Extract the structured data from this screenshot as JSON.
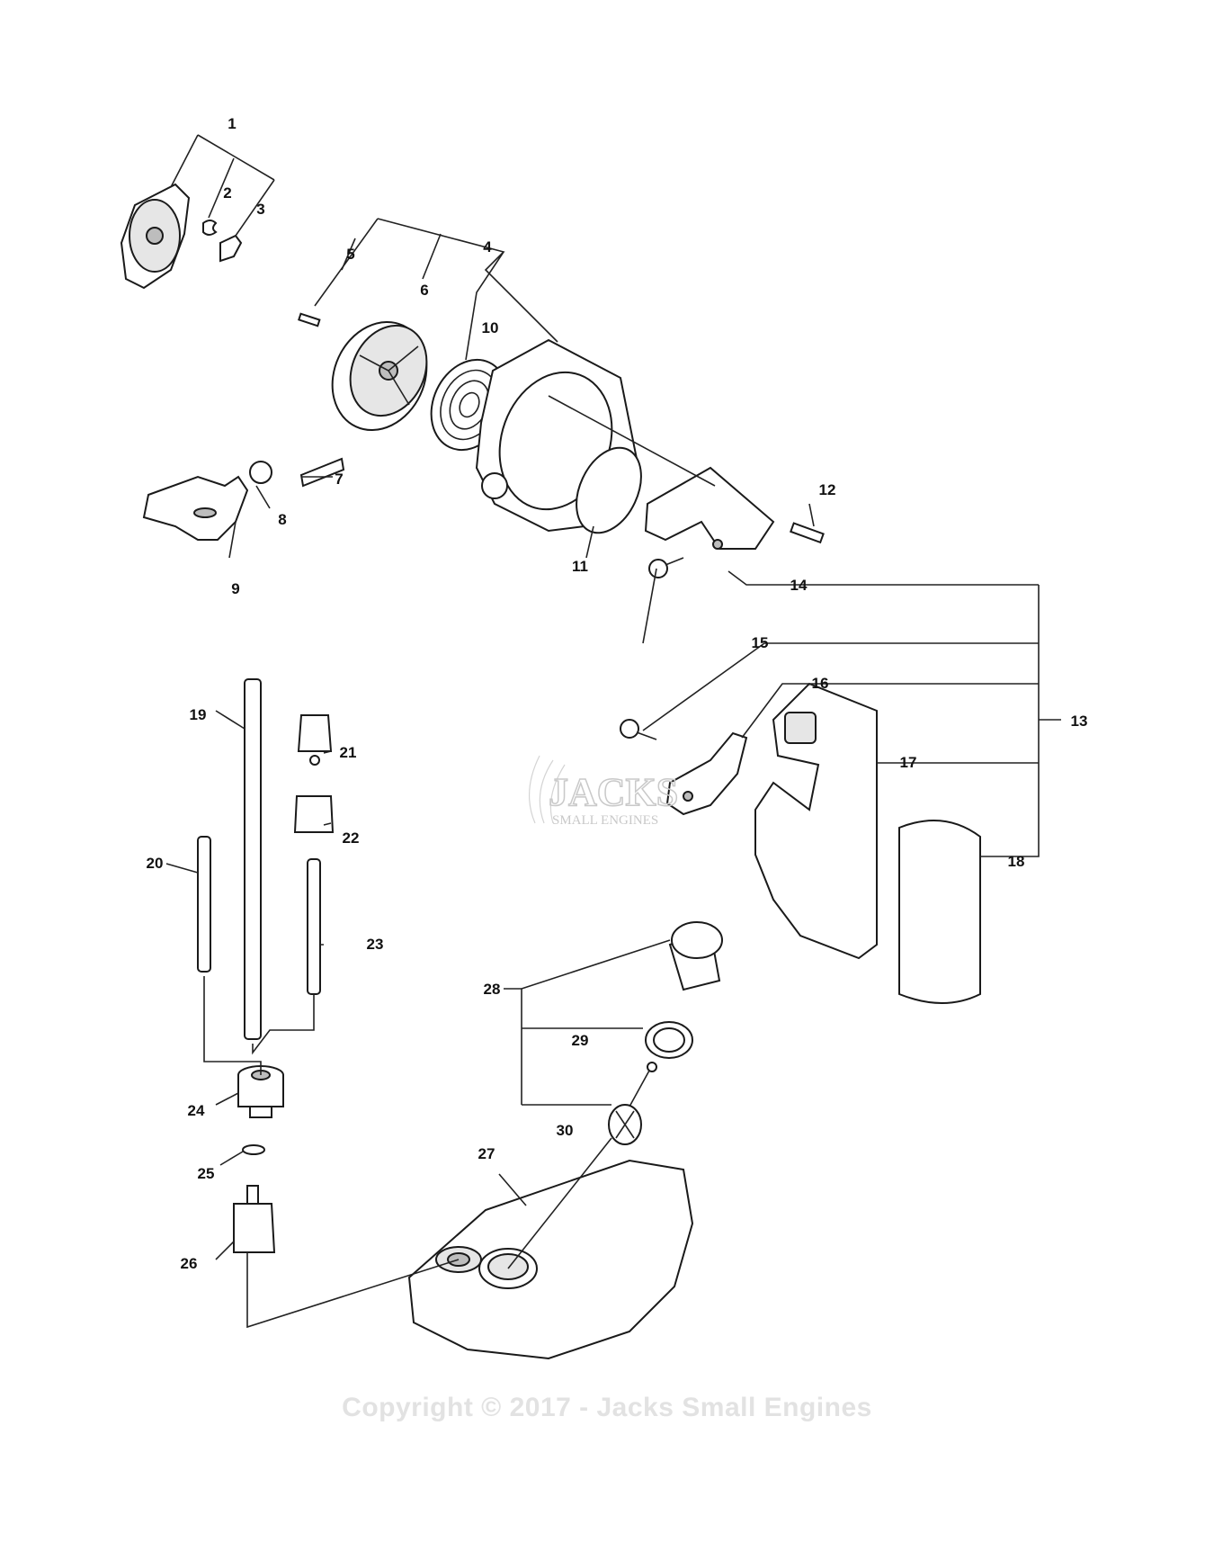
{
  "callouts": [
    "1",
    "2",
    "3",
    "4",
    "5",
    "6",
    "7",
    "8",
    "9",
    "10",
    "11",
    "12",
    "13",
    "14",
    "15",
    "16",
    "17",
    "18",
    "19",
    "20",
    "21",
    "22",
    "23",
    "24",
    "25",
    "26",
    "27",
    "28",
    "29",
    "30"
  ],
  "watermark": {
    "line1": "JACKS",
    "line2": "SMALL ENGINES"
  },
  "copyright": "Copyright © 2017 - Jacks Small Engines"
}
